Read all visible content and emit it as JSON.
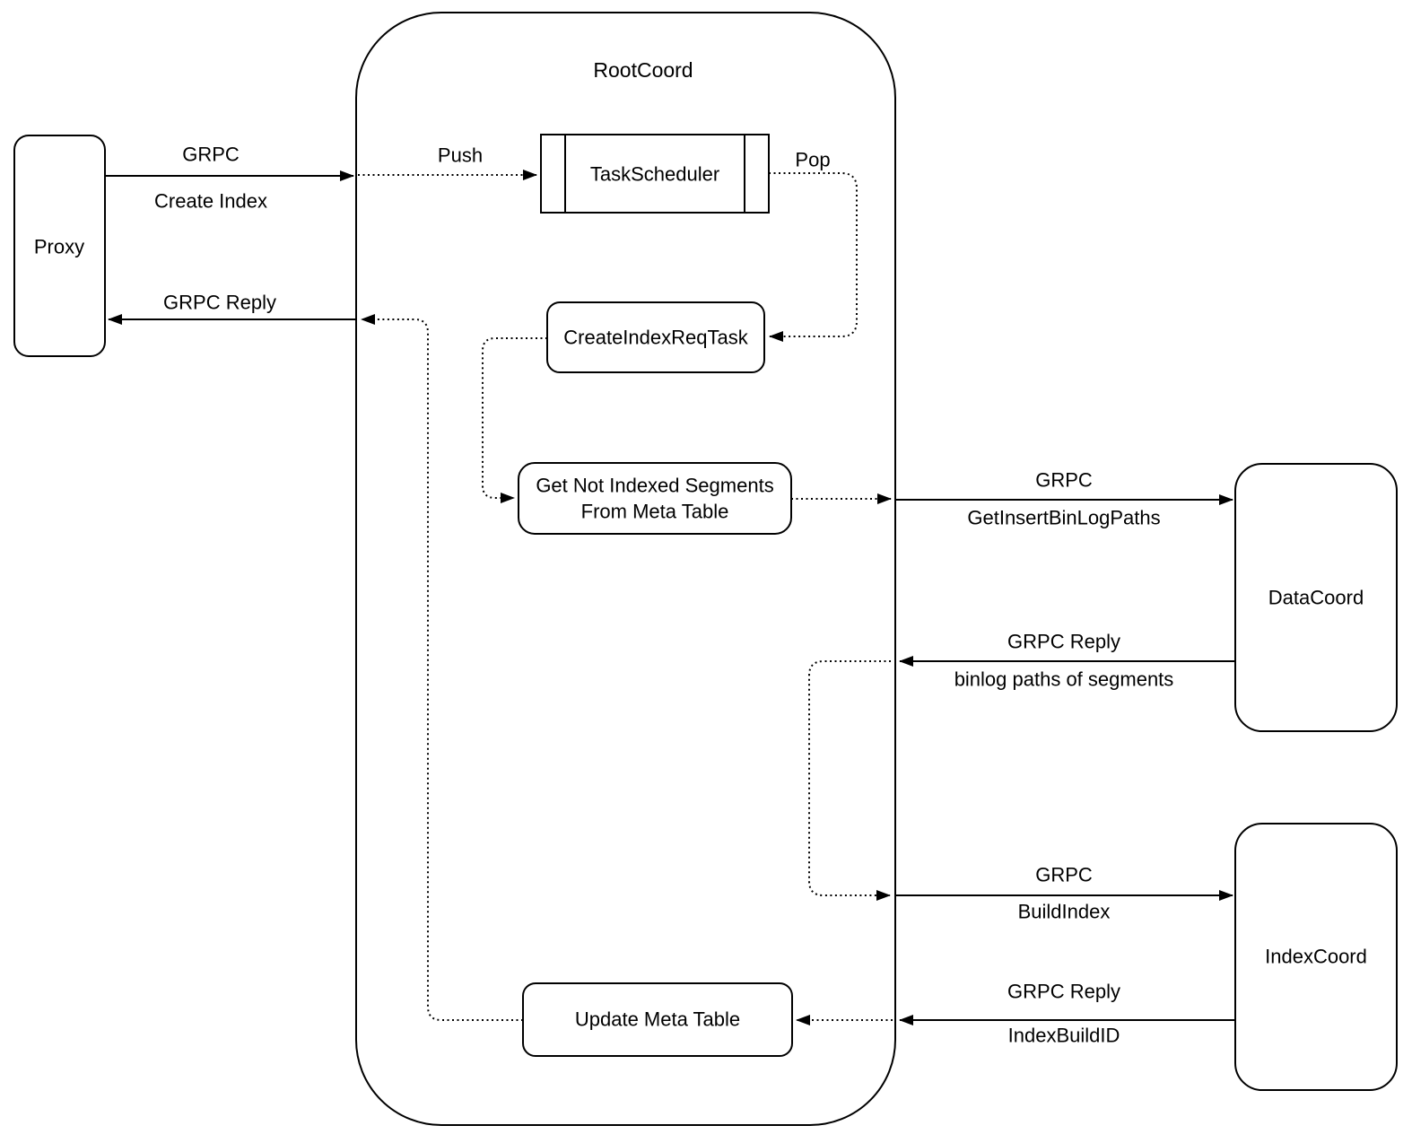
{
  "diagram": {
    "container": {
      "title": "RootCoord"
    },
    "nodes": {
      "proxy": {
        "label": "Proxy"
      },
      "task_scheduler": {
        "label": "TaskScheduler"
      },
      "create_index_req_task": {
        "label": "CreateIndexReqTask"
      },
      "get_not_indexed_segments": {
        "label_line1": "Get Not Indexed Segments",
        "label_line2": "From Meta Table"
      },
      "update_meta_table": {
        "label": "Update Meta Table"
      },
      "data_coord": {
        "label": "DataCoord"
      },
      "index_coord": {
        "label": "IndexCoord"
      }
    },
    "edges": {
      "proxy_to_rootcoord": {
        "label_line1": "GRPC",
        "label_line2": "Create Index"
      },
      "push_to_scheduler": {
        "label": "Push"
      },
      "pop_from_scheduler": {
        "label": "Pop"
      },
      "grpc_reply_to_proxy": {
        "label": "GRPC Reply"
      },
      "rootcoord_to_datacoord": {
        "label_line1": "GRPC",
        "label_line2": "GetInsertBinLogPaths"
      },
      "datacoord_reply": {
        "label_line1": "GRPC Reply",
        "label_line2": "binlog paths of segments"
      },
      "rootcoord_to_indexcoord": {
        "label_line1": "GRPC",
        "label_line2": "BuildIndex"
      },
      "indexcoord_reply": {
        "label_line1": "GRPC Reply",
        "label_line2": "IndexBuildID"
      }
    },
    "colors": {
      "stroke": "#000000",
      "background": "#ffffff"
    }
  }
}
